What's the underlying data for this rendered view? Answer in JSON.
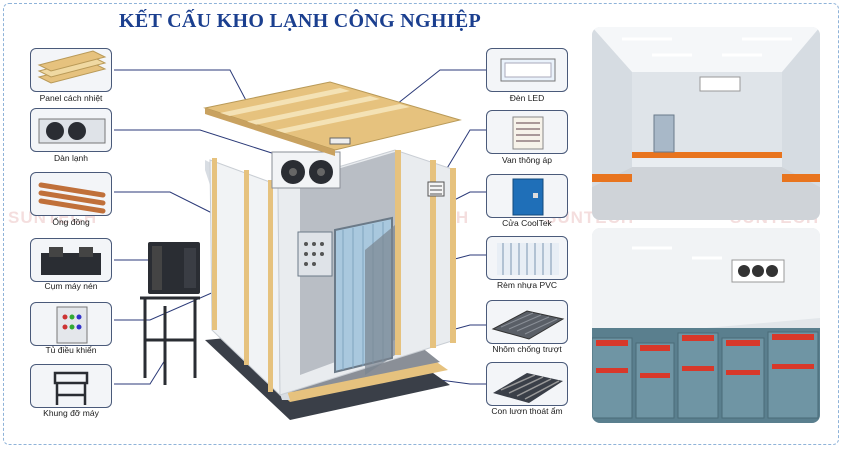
{
  "title": "KẾT CẤU KHO LẠNH CÔNG NGHIỆP",
  "left_components": [
    {
      "label": "Panel cách nhiệt",
      "icon": "insulation-panel-icon"
    },
    {
      "label": "Dàn lạnh",
      "icon": "evaporator-icon"
    },
    {
      "label": "Ống đồng",
      "icon": "copper-pipe-icon"
    },
    {
      "label": "Cụm máy nén",
      "icon": "compressor-unit-icon"
    },
    {
      "label": "Tủ điều khiển",
      "icon": "control-cabinet-icon"
    },
    {
      "label": "Khung đỡ máy",
      "icon": "machine-frame-icon"
    }
  ],
  "right_components": [
    {
      "label": "Đèn LED",
      "icon": "led-light-icon"
    },
    {
      "label": "Van thông áp",
      "icon": "pressure-vent-icon"
    },
    {
      "label": "Cửa CoolTek",
      "icon": "cooltek-door-icon"
    },
    {
      "label": "Rèm nhựa PVC",
      "icon": "pvc-curtain-icon"
    },
    {
      "label": "Nhôm chống trượt",
      "icon": "anti-slip-aluminum-icon"
    },
    {
      "label": "Con lươn thoát ẩm",
      "icon": "moisture-drain-icon"
    }
  ],
  "watermark": "SUNTECH",
  "colors": {
    "title": "#1b3f8f",
    "box_border": "#4a5a7a",
    "leader": "#2b3a78",
    "panel_wood": "#e6c27e",
    "floor_orange": "#e8741e"
  }
}
